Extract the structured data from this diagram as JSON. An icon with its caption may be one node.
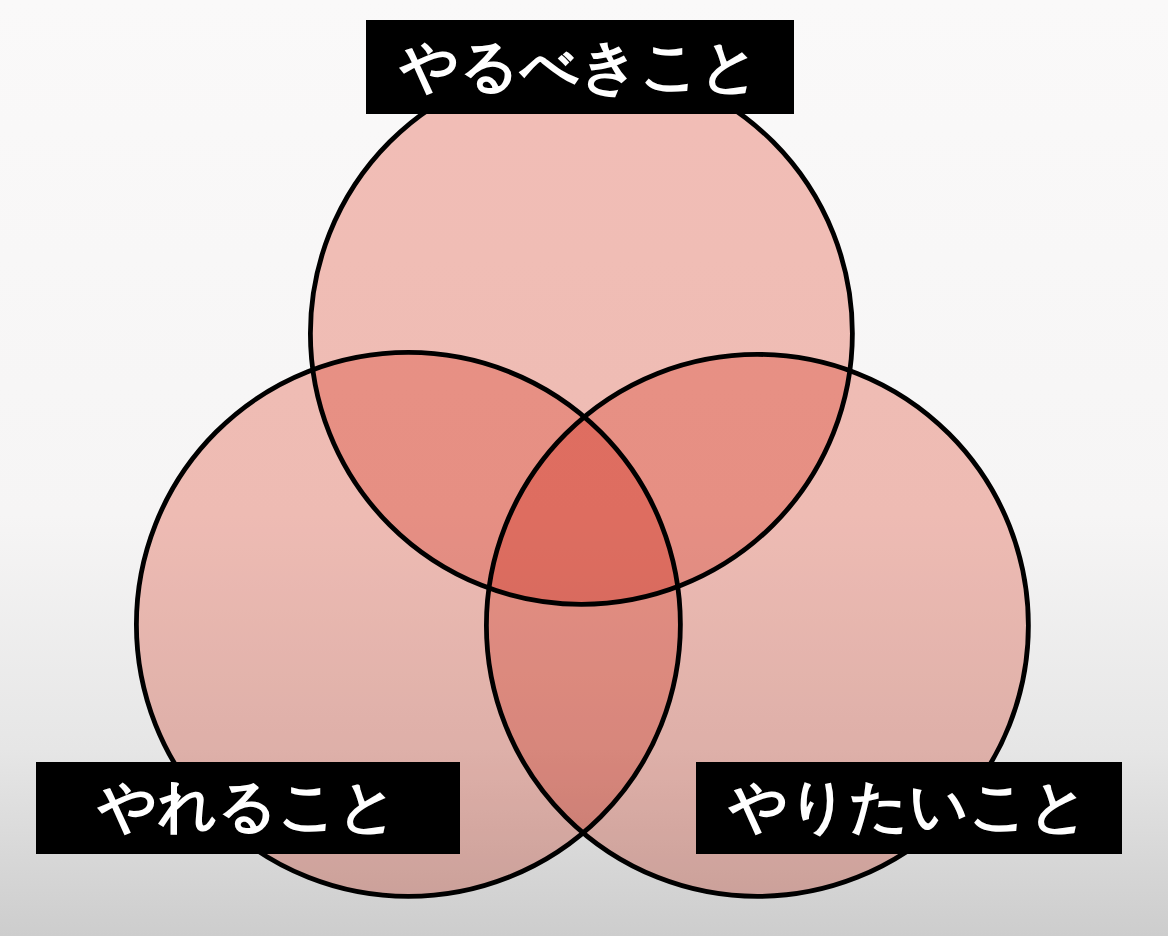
{
  "diagram": {
    "nodes": [
      {
        "text": [
          "やるべきこと"
        ]
      },
      {
        "text": [
          "やれること"
        ]
      },
      {
        "text": [
          "やりたいこと"
        ]
      }
    ]
  }
}
